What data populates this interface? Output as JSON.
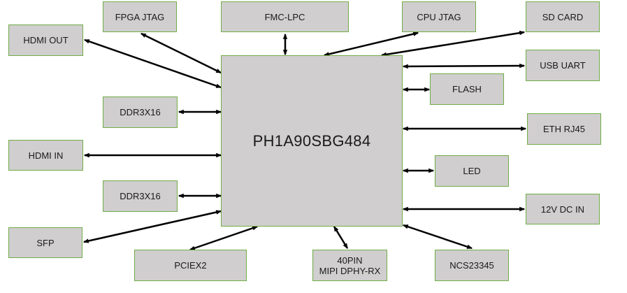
{
  "diagram": {
    "title": "Board block diagram",
    "chip": "PH1A90SBG484",
    "peripherals": {
      "fpga_jtag": "FPGA JTAG",
      "fmc_lpc": "FMC-LPC",
      "cpu_jtag": "CPU JTAG",
      "sd_card": "SD CARD",
      "hdmi_out": "HDMI OUT",
      "usb_uart": "USB UART",
      "flash": "FLASH",
      "ddr3_top": "DDR3X16",
      "eth_rj45": "ETH RJ45",
      "hdmi_in": "HDMI IN",
      "led": "LED",
      "ddr3_bottom": "DDR3X16",
      "dc_in": "12V DC IN",
      "sfp": "SFP",
      "pciex2": "PCIEX2",
      "mipi": "40PIN\nMIPI DPHY-RX",
      "ncs": "NCS23345"
    },
    "colors": {
      "box_fill": "#d0cece",
      "box_border": "#70ad47",
      "arrow": "#000000"
    }
  }
}
